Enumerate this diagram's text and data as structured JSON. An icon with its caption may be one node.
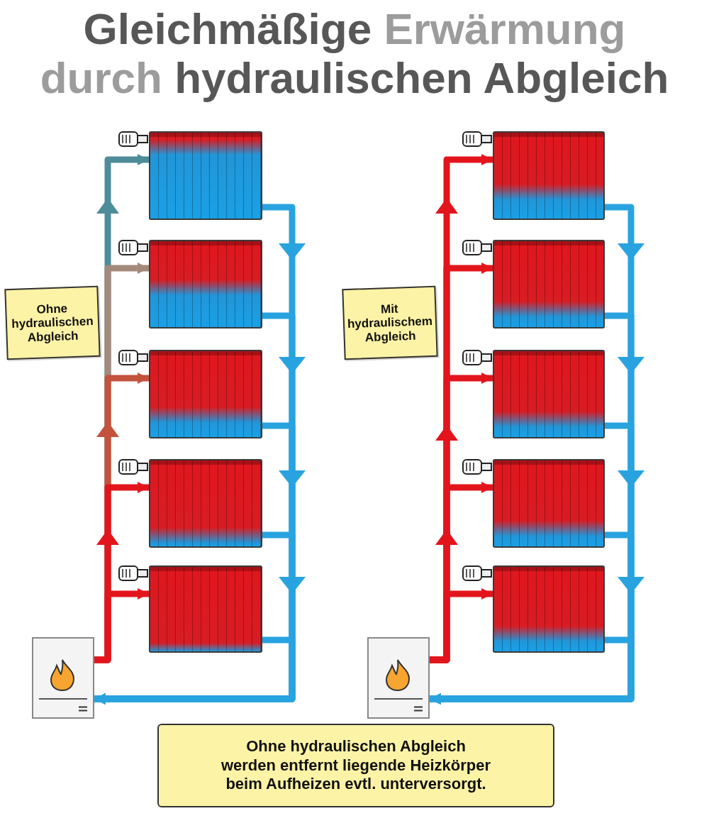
{
  "diagram": {
    "title": "Gleichmäßige *Erwärmung durch* hydraulischen Abgleich",
    "nodes": [
      {
        "text": [],
        "shape": "radiator"
      },
      {
        "text": [],
        "shape": "radiator"
      },
      {
        "text": [],
        "shape": "radiator"
      },
      {
        "text": [],
        "shape": "radiator"
      },
      {
        "text": [],
        "shape": "radiator"
      },
      {
        "text": [
          "Ohne hydraulischen Abgleich"
        ]
      },
      {
        "text": [],
        "shape": "boiler"
      },
      {
        "text": [],
        "shape": "radiator"
      },
      {
        "text": [],
        "shape": "radiator"
      },
      {
        "text": [],
        "shape": "radiator"
      },
      {
        "text": [],
        "shape": "radiator"
      },
      {
        "text": [],
        "shape": "radiator"
      },
      {
        "text": [
          "Mit hydraulischem Abgleich"
        ]
      },
      {
        "text": [],
        "shape": "boiler"
      },
      {
        "text": [
          "Ohne hydraulischen Abgleich werden entfernt liegende Heizkörper beim Aufheizen evtl. unterversorgt."
        ]
      }
    ],
    "edges": [
      {
        "from": 6,
        "to": 0,
        "arrow": "to",
        "color": "#4e8c99"
      },
      {
        "from": 6,
        "to": 1,
        "arrow": "to",
        "color": "#a38a7a"
      },
      {
        "from": 6,
        "to": 2,
        "arrow": "to",
        "color": "#c4533d"
      },
      {
        "from": 6,
        "to": 3,
        "arrow": "to",
        "color": "#e3151c"
      },
      {
        "from": 6,
        "to": 4,
        "arrow": "to",
        "color": "#e3151c"
      },
      {
        "from": 0,
        "to": 6,
        "arrow": "to"
      },
      {
        "from": 1,
        "to": 6,
        "arrow": "to"
      },
      {
        "from": 2,
        "to": 6,
        "arrow": "to"
      },
      {
        "from": 3,
        "to": 6,
        "arrow": "to"
      },
      {
        "from": 4,
        "to": 6,
        "arrow": "to"
      },
      {
        "from": 13,
        "to": 7,
        "arrow": "to",
        "color": "#e3151c"
      },
      {
        "from": 13,
        "to": 8,
        "arrow": "to",
        "color": "#e3151c"
      },
      {
        "from": 13,
        "to": 9,
        "arrow": "to",
        "color": "#e3151c"
      },
      {
        "from": 13,
        "to": 10,
        "arrow": "to",
        "color": "#e3151c"
      },
      {
        "from": 13,
        "to": 11,
        "arrow": "to",
        "color": "#e3151c"
      },
      {
        "from": 7,
        "to": 13,
        "arrow": "to"
      },
      {
        "from": 8,
        "to": 13,
        "arrow": "to"
      },
      {
        "from": 9,
        "to": 13,
        "arrow": "to"
      },
      {
        "from": 10,
        "to": 13,
        "arrow": "to"
      },
      {
        "from": 11,
        "to": 13,
        "arrow": "to"
      }
    ]
  }
}
